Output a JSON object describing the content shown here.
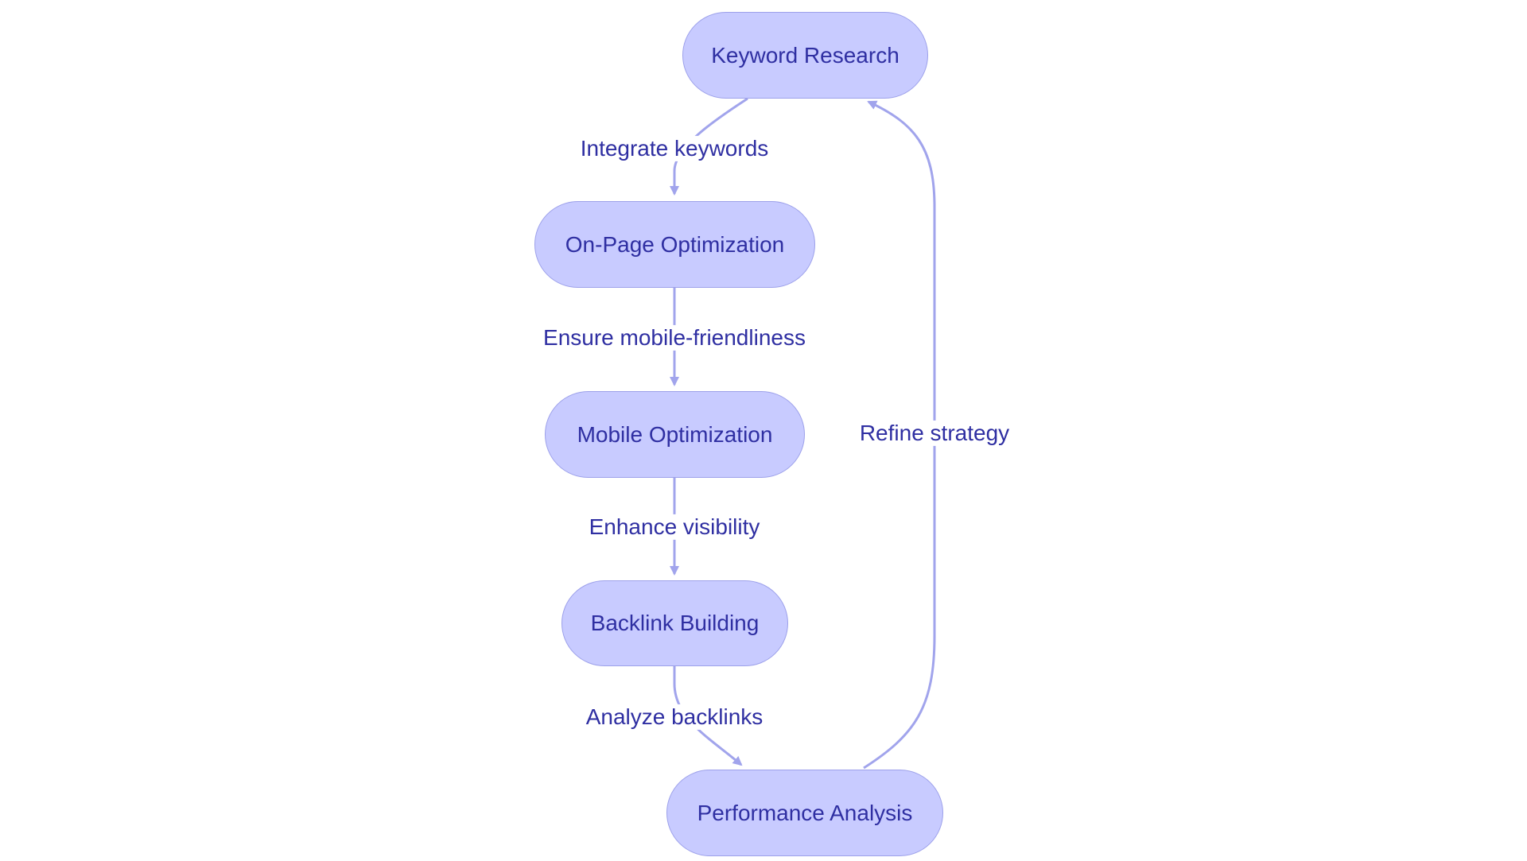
{
  "diagram": {
    "type": "flowchart",
    "nodes": [
      {
        "id": "keyword",
        "label": "Keyword Research"
      },
      {
        "id": "onpage",
        "label": "On-Page Optimization"
      },
      {
        "id": "mobile",
        "label": "Mobile Optimization"
      },
      {
        "id": "backlink",
        "label": "Backlink Building"
      },
      {
        "id": "performance",
        "label": "Performance Analysis"
      }
    ],
    "edges": [
      {
        "from": "keyword",
        "to": "onpage",
        "label": "Integrate keywords"
      },
      {
        "from": "onpage",
        "to": "mobile",
        "label": "Ensure mobile-friendliness"
      },
      {
        "from": "mobile",
        "to": "backlink",
        "label": "Enhance visibility"
      },
      {
        "from": "backlink",
        "to": "performance",
        "label": "Analyze backlinks"
      },
      {
        "from": "performance",
        "to": "keyword",
        "label": "Refine strategy"
      }
    ]
  },
  "colors": {
    "node_fill": "#c8cbff",
    "node_border": "#9ca0ea",
    "text": "#2f2fa2",
    "edge": "#a1a4ec"
  }
}
